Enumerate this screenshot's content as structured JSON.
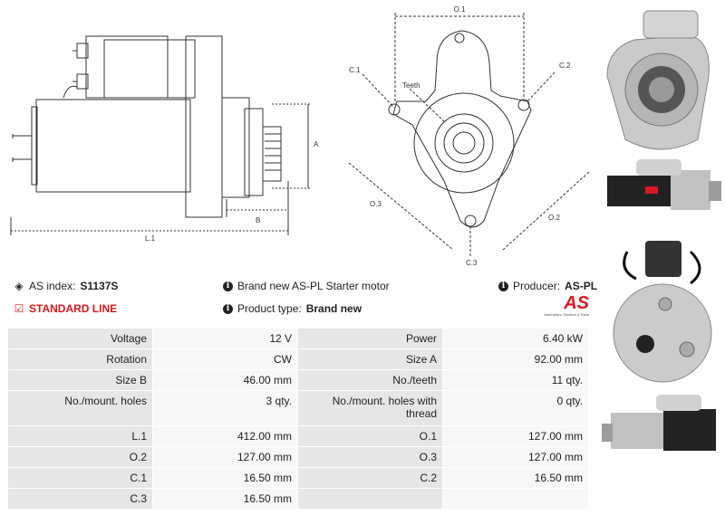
{
  "drawing": {
    "labels": {
      "o1": "O.1",
      "c1": "C.1",
      "c2": "C.2",
      "teeth": "Teeth",
      "o3": "O.3",
      "o2": "O.2",
      "c3": "C.3",
      "a": "A",
      "b": "B",
      "l1": "L.1"
    }
  },
  "info": {
    "as_index_label": "AS index:",
    "as_index_value": "S1137S",
    "description": "Brand new AS-PL Starter motor",
    "producer_label": "Producer:",
    "producer_value": "AS-PL",
    "standard_line": "STANDARD LINE",
    "product_type_label": "Product type:",
    "product_type_value": "Brand new",
    "logo_text": "AS",
    "logo_tagline": "Alternators, Starters & Parts"
  },
  "specs": [
    [
      "Voltage",
      "12 V",
      "Power",
      "6.40 kW"
    ],
    [
      "Rotation",
      "CW",
      "Size A",
      "92.00 mm"
    ],
    [
      "Size B",
      "46.00 mm",
      "No./teeth",
      "11 qty."
    ],
    [
      "No./mount. holes",
      "3 qty.",
      "No./mount. holes with thread",
      "0 qty."
    ],
    [
      "L.1",
      "412.00 mm",
      "O.1",
      "127.00 mm"
    ],
    [
      "O.2",
      "127.00 mm",
      "O.3",
      "127.00 mm"
    ],
    [
      "C.1",
      "16.50 mm",
      "C.2",
      "16.50 mm"
    ],
    [
      "C.3",
      "16.50 mm",
      "",
      ""
    ]
  ],
  "colors": {
    "accent_red": "#d71920",
    "label_bg": "#e6e6e6",
    "value_bg": "#f7f7f7"
  }
}
